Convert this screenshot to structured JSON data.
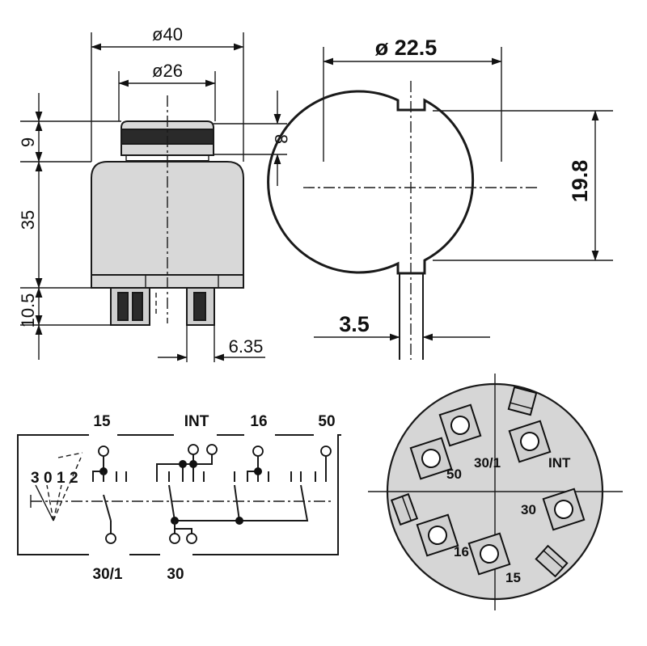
{
  "side_view": {
    "dims": {
      "d40": "ø40",
      "d26": "ø26",
      "h9": "9",
      "h35": "35",
      "h10_5": "10.5",
      "h8": "8",
      "w6_35": "6.35"
    }
  },
  "top_view": {
    "dims": {
      "d22_5": "ø 22.5",
      "h19_8": "19.8",
      "w3_5": "3.5"
    }
  },
  "schematic": {
    "top_labels": [
      "15",
      "INT",
      "16",
      "50"
    ],
    "bottom_labels": [
      "30/1",
      "30"
    ],
    "positions": [
      "3",
      "0",
      "1",
      "2"
    ]
  },
  "terminal_face": {
    "labels": [
      "30/1",
      "INT",
      "50",
      "30",
      "16",
      "15"
    ]
  }
}
